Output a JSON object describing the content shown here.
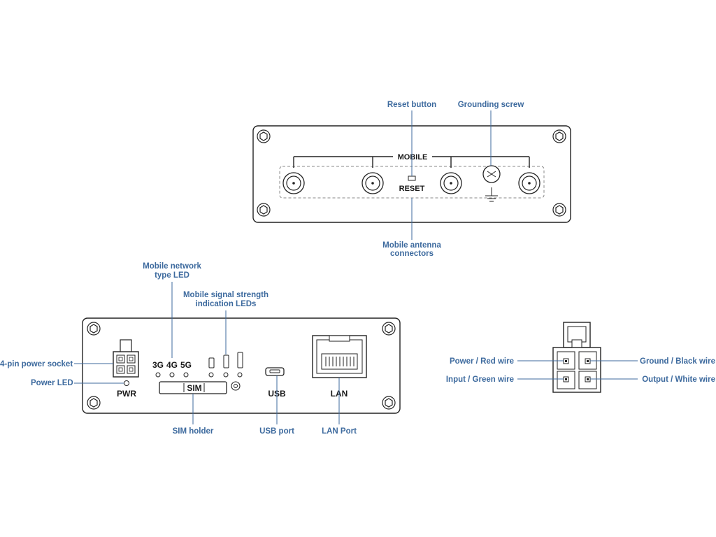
{
  "top_panel": {
    "callouts": {
      "reset_button": "Reset button",
      "grounding_screw": "Grounding screw",
      "antenna_line1": "Mobile antenna",
      "antenna_line2": "connectors"
    },
    "labels": {
      "mobile": "MOBILE",
      "reset": "RESET"
    }
  },
  "bottom_panel": {
    "callouts": {
      "network_type_line1": "Mobile network",
      "network_type_line2": "type LED",
      "signal_line1": "Mobile signal strength",
      "signal_line2": "indication LEDs",
      "power_socket": "4-pin power socket",
      "power_led": "Power LED",
      "sim_holder": "SIM holder",
      "usb_port": "USB port",
      "lan_port": "LAN Port"
    },
    "labels": {
      "g3": "3G",
      "g4": "4G",
      "g5": "5G",
      "sim": "SIM",
      "pwr": "PWR",
      "usb": "USB",
      "lan": "LAN"
    }
  },
  "connector": {
    "callouts": {
      "power_red": "Power / Red wire",
      "input_green": "Input / Green wire",
      "ground_black": "Ground / Black wire",
      "output_white": "Output / White wire"
    }
  }
}
